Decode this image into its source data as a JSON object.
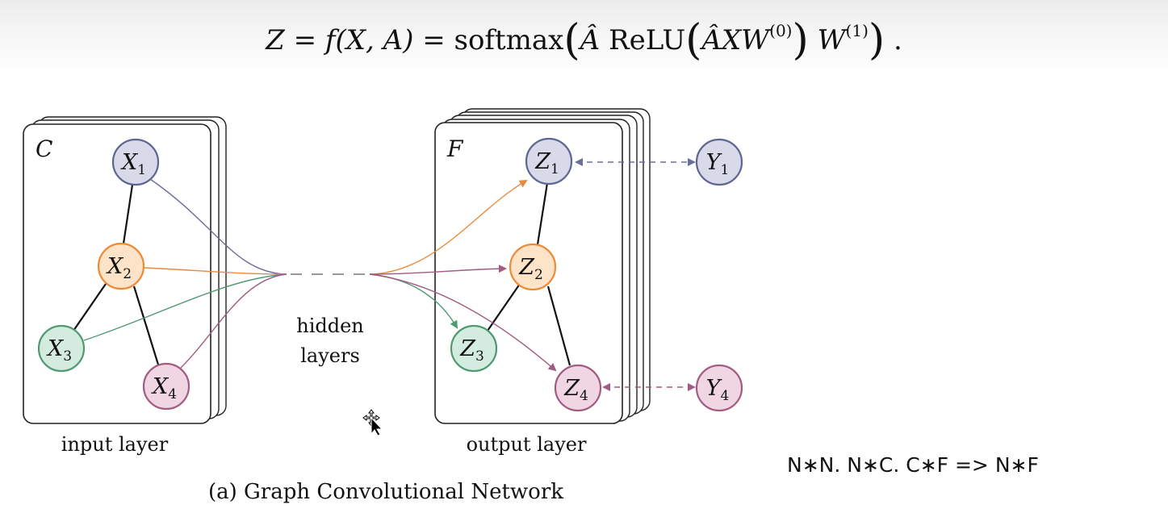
{
  "formula": {
    "lhs": "Z = f(X, A) = ",
    "softmax": "softmax",
    "a_hat": "Â",
    "relu": "ReLU",
    "inner": "ÂXW",
    "sup0": "(0)",
    "w1": "W",
    "sup1": "(1)",
    "end": "."
  },
  "input_panel": {
    "letter": "C",
    "caption": "input layer",
    "nodes": [
      {
        "main": "X",
        "sub": "1",
        "fill": "#d8daea",
        "stroke": "#5f6591"
      },
      {
        "main": "X",
        "sub": "2",
        "fill": "#fde3c8",
        "stroke": "#ee8a35"
      },
      {
        "main": "X",
        "sub": "3",
        "fill": "#d4ebdf",
        "stroke": "#4f9a72"
      },
      {
        "main": "X",
        "sub": "4",
        "fill": "#f0d6e3",
        "stroke": "#a25b82"
      }
    ]
  },
  "hidden": {
    "line1": "hidden",
    "line2": "layers"
  },
  "output_panel": {
    "letter": "F",
    "caption": "output layer",
    "nodes": [
      {
        "main": "Z",
        "sub": "1",
        "fill": "#d8daea",
        "stroke": "#5f6591"
      },
      {
        "main": "Z",
        "sub": "2",
        "fill": "#fde3c8",
        "stroke": "#ee8a35"
      },
      {
        "main": "Z",
        "sub": "3",
        "fill": "#d4ebdf",
        "stroke": "#4f9a72"
      },
      {
        "main": "Z",
        "sub": "4",
        "fill": "#f0d6e3",
        "stroke": "#a25b82"
      }
    ]
  },
  "labels": [
    {
      "main": "Y",
      "sub": "1",
      "fill": "#d8daea",
      "stroke": "#5f6591"
    },
    {
      "main": "Y",
      "sub": "4",
      "fill": "#f0d6e3",
      "stroke": "#a25b82"
    }
  ],
  "caption": "(a) Graph Convolutional Network",
  "dimension_note": "N∗N. N∗C. C∗F => N∗F",
  "colors": {
    "blue": "#6a6f9a",
    "orange": "#e88a3d",
    "green": "#4f9a72",
    "purple": "#a25b82",
    "edge": "#111111"
  }
}
